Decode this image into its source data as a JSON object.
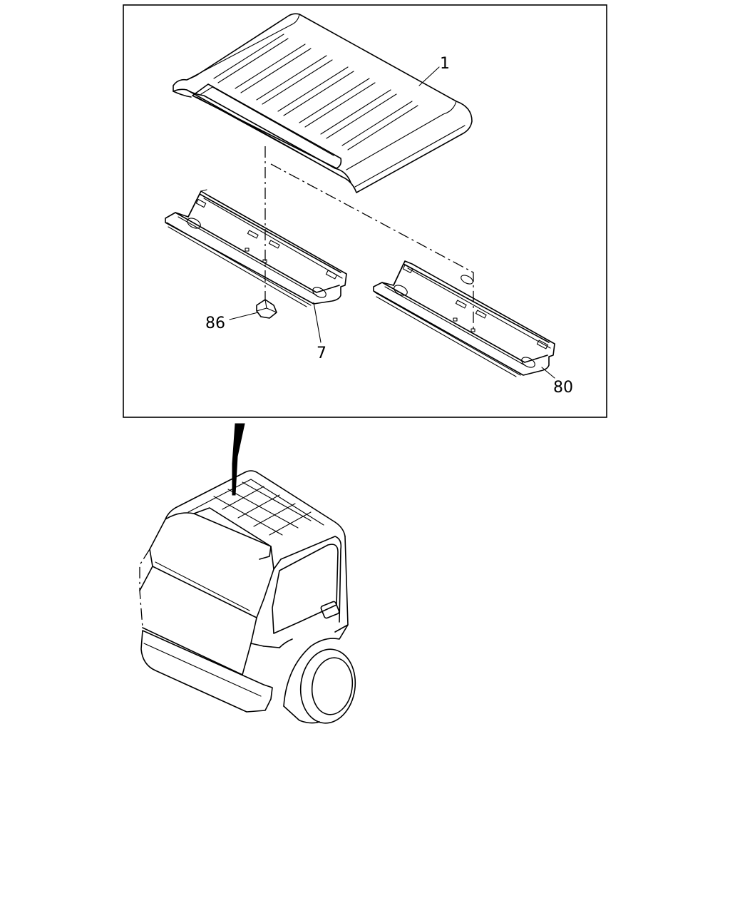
{
  "callouts": [
    {
      "id": "1",
      "label": "1"
    },
    {
      "id": "7",
      "label": "7"
    },
    {
      "id": "80",
      "label": "80"
    },
    {
      "id": "86",
      "label": "86"
    }
  ],
  "colors": {
    "line": "#000000",
    "background": "#ffffff"
  }
}
